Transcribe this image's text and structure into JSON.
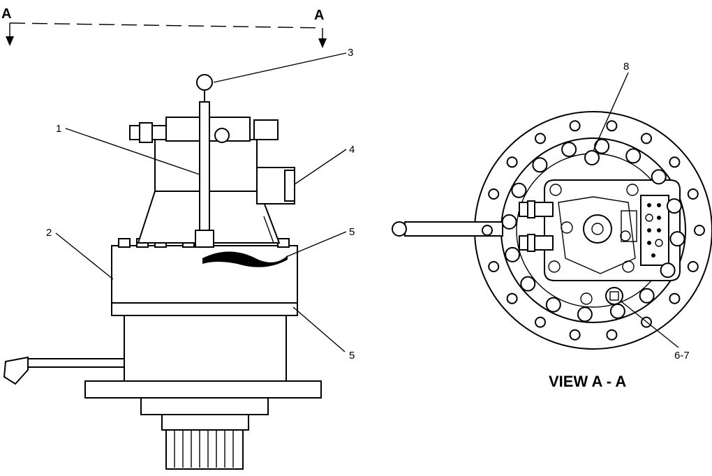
{
  "section_labels": {
    "left": "A",
    "right": "A"
  },
  "callouts": {
    "c1": "1",
    "c2": "2",
    "c3": "3",
    "c4": "4",
    "c5a": "5",
    "c5b": "5",
    "c67": "6-7",
    "c8": "8"
  },
  "view_caption": "VIEW A - A"
}
